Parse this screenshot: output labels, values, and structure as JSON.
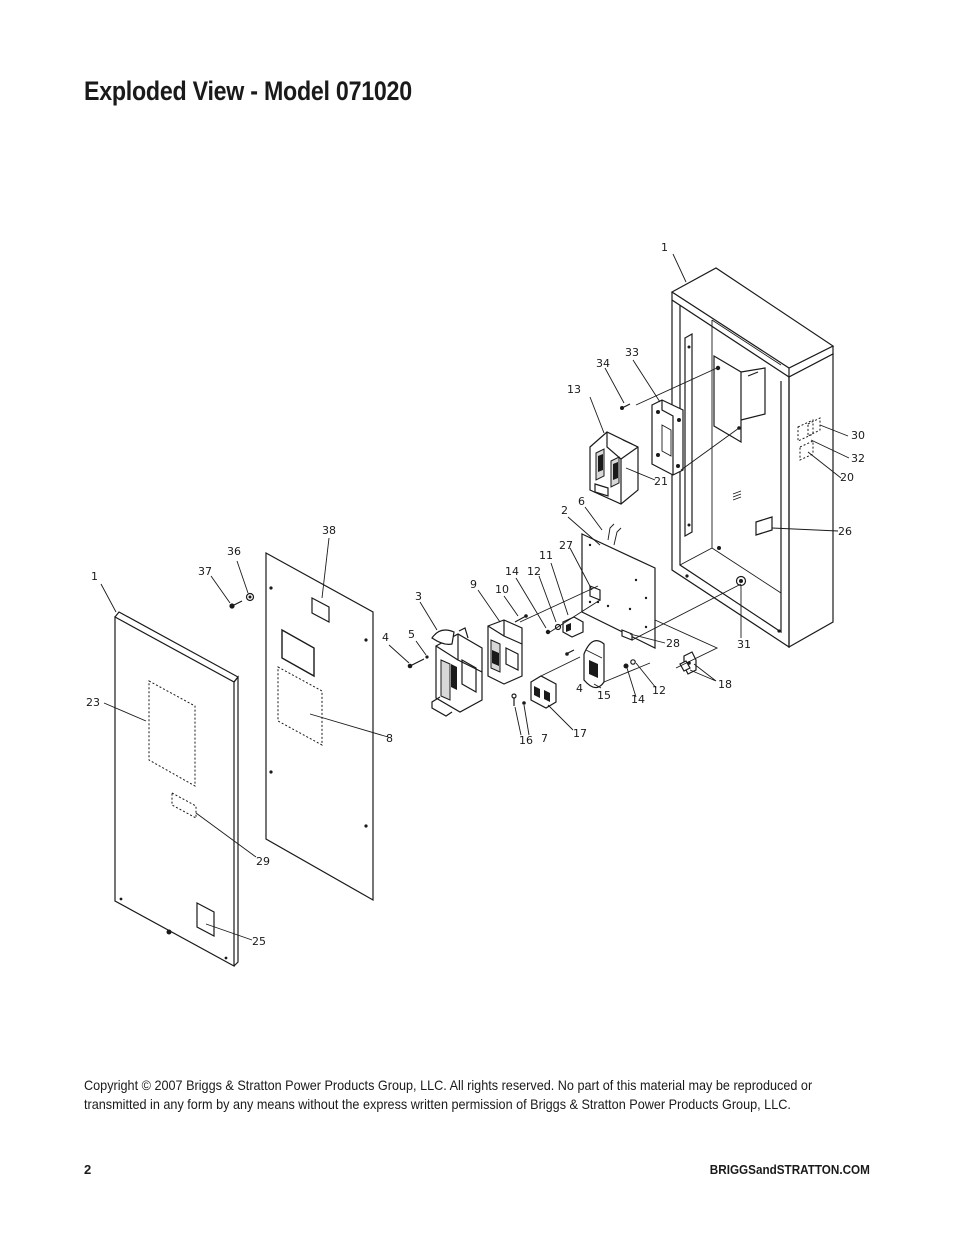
{
  "page": {
    "title": "Exploded View - Model 071020",
    "copyright": "Copyright © 2007 Briggs & Stratton Power Products Group, LLC.  All rights reserved.  No part of this material may be reproduced or transmitted in any form by any means without the express written permission of Briggs & Stratton Power Products Group, LLC.",
    "page_number": "2",
    "website": "BRIGGSandSTRATTON.COM"
  },
  "callouts": [
    {
      "id": "enclosure-top",
      "label": "1"
    },
    {
      "id": "door",
      "label": "1"
    },
    {
      "id": "part-2",
      "label": "2"
    },
    {
      "id": "part-3",
      "label": "3"
    },
    {
      "id": "part-4a",
      "label": "4"
    },
    {
      "id": "part-4b",
      "label": "4"
    },
    {
      "id": "part-5",
      "label": "5"
    },
    {
      "id": "part-6",
      "label": "6"
    },
    {
      "id": "part-7",
      "label": "7"
    },
    {
      "id": "part-8",
      "label": "8"
    },
    {
      "id": "part-9",
      "label": "9"
    },
    {
      "id": "part-10",
      "label": "10"
    },
    {
      "id": "part-11",
      "label": "11"
    },
    {
      "id": "part-12a",
      "label": "12"
    },
    {
      "id": "part-12b",
      "label": "12"
    },
    {
      "id": "part-13",
      "label": "13"
    },
    {
      "id": "part-14a",
      "label": "14"
    },
    {
      "id": "part-14b",
      "label": "14"
    },
    {
      "id": "part-15",
      "label": "15"
    },
    {
      "id": "part-16",
      "label": "16"
    },
    {
      "id": "part-17",
      "label": "17"
    },
    {
      "id": "part-18",
      "label": "18"
    },
    {
      "id": "part-20",
      "label": "20"
    },
    {
      "id": "part-21",
      "label": "21"
    },
    {
      "id": "part-23",
      "label": "23"
    },
    {
      "id": "part-25",
      "label": "25"
    },
    {
      "id": "part-26",
      "label": "26"
    },
    {
      "id": "part-27",
      "label": "27"
    },
    {
      "id": "part-28",
      "label": "28"
    },
    {
      "id": "part-29",
      "label": "29"
    },
    {
      "id": "part-30",
      "label": "30"
    },
    {
      "id": "part-31",
      "label": "31"
    },
    {
      "id": "part-32",
      "label": "32"
    },
    {
      "id": "part-33",
      "label": "33"
    },
    {
      "id": "part-34",
      "label": "34"
    },
    {
      "id": "part-36",
      "label": "36"
    },
    {
      "id": "part-37",
      "label": "37"
    },
    {
      "id": "part-38",
      "label": "38"
    }
  ]
}
